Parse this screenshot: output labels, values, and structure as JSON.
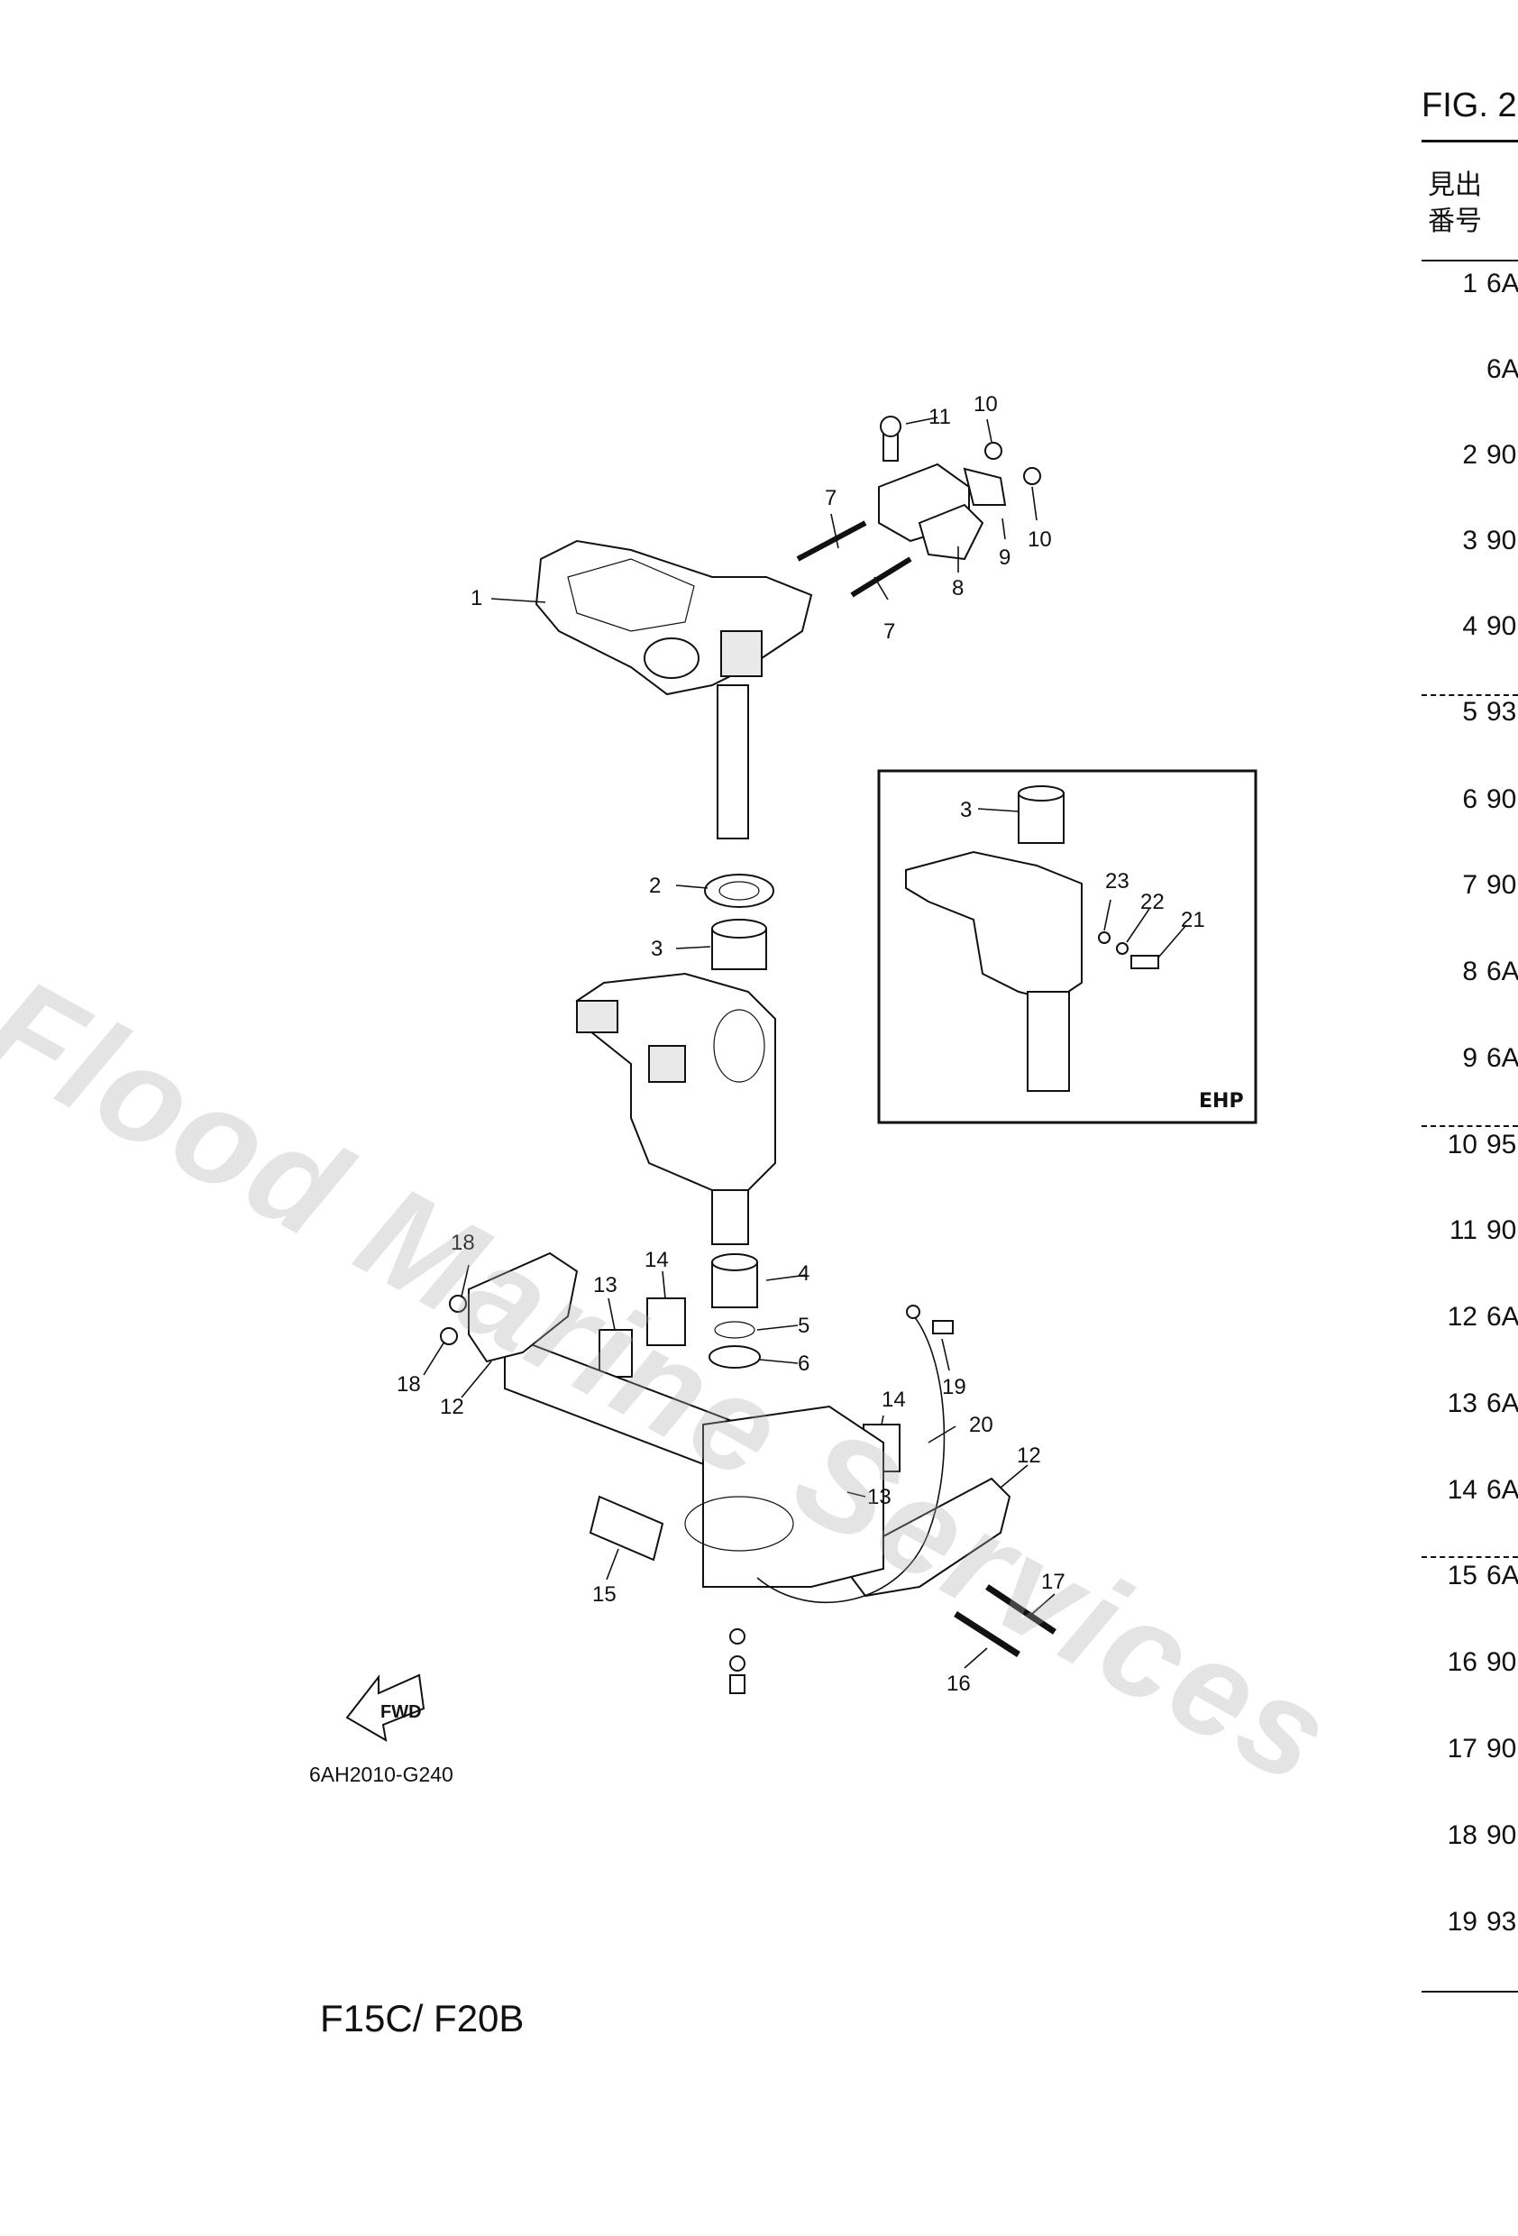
{
  "figure": {
    "title": "FIG. 2",
    "header": {
      "line1": "見出",
      "line2": "番号"
    },
    "rows": [
      {
        "no": "1",
        "code": "6A"
      },
      {
        "no": "",
        "code": "6A"
      },
      {
        "no": "2",
        "code": "90"
      },
      {
        "no": "3",
        "code": "90"
      },
      {
        "no": "4",
        "code": "90"
      },
      {
        "no": "5",
        "code": "93"
      },
      {
        "no": "6",
        "code": "90"
      },
      {
        "no": "7",
        "code": "90"
      },
      {
        "no": "8",
        "code": "6A"
      },
      {
        "no": "9",
        "code": "6A"
      },
      {
        "no": "10",
        "code": "95"
      },
      {
        "no": "11",
        "code": "90"
      },
      {
        "no": "12",
        "code": "6A"
      },
      {
        "no": "13",
        "code": "6A"
      },
      {
        "no": "14",
        "code": "6A"
      },
      {
        "no": "15",
        "code": "6A"
      },
      {
        "no": "16",
        "code": "90"
      },
      {
        "no": "17",
        "code": "90"
      },
      {
        "no": "18",
        "code": "90"
      },
      {
        "no": "19",
        "code": "93"
      }
    ]
  },
  "diagram": {
    "code": "6AH2010-G240",
    "model": "F15C/ F20B",
    "fwd_label": "FWD",
    "inset_label": "EHP",
    "watermark": "Flood Marine Services",
    "callouts": {
      "c1": "1",
      "c2": "2",
      "c3": "3",
      "c4": "4",
      "c5": "5",
      "c6": "6",
      "c7a": "7",
      "c7b": "7",
      "c8": "8",
      "c9": "9",
      "c10a": "10",
      "c10b": "10",
      "c11": "11",
      "c12a": "12",
      "c12b": "12",
      "c13a": "13",
      "c13b": "13",
      "c14a": "14",
      "c14b": "14",
      "c15": "15",
      "c16": "16",
      "c17": "17",
      "c18a": "18",
      "c18b": "18",
      "c19": "19",
      "c20": "20",
      "i3": "3",
      "i21": "21",
      "i22": "22",
      "i23": "23"
    }
  }
}
